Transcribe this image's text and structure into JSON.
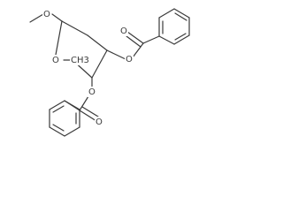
{
  "molecule": {
    "atoms": {
      "o_methoxy": "O",
      "o_ring": "O",
      "ch3": "CH3",
      "o_ester_top": "O",
      "o_carbonyl_top": "O",
      "o_ester_bottom": "O",
      "o_carbonyl_bottom": "O"
    },
    "colors": {
      "bond": "#3a3a3a",
      "text": "#3a3a3a",
      "background": "#ffffff"
    }
  }
}
